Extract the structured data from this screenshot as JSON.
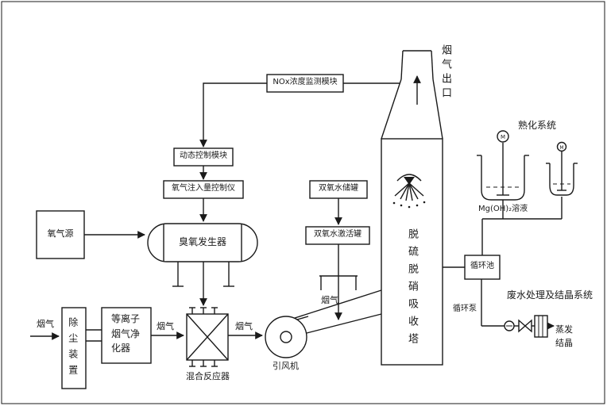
{
  "colors": {
    "ink": "#1a1a1a",
    "background": "#ffffff"
  },
  "diagram": {
    "labels": {
      "flue_gas_inlet": "烟气",
      "dust_collector": "除尘装置",
      "plasma_purifier": "等离子烟气净化器",
      "flue_gas_2": "烟气",
      "mixing_reactor": "混合反应器",
      "flue_gas_3": "烟气",
      "induced_fan": "引风机",
      "flue_gas_4": "烟气",
      "oxygen_source": "氧气源",
      "ozone_generator": "臭氧发生器",
      "oxygen_injection_controller": "氧气注入量控制仪",
      "dynamic_control_module": "动态控制模块",
      "nox_monitor_module": "NOx浓度监测模块",
      "h2o2_storage_tank": "双氧水储罐",
      "h2o2_activation_tank": "双氧水激活罐",
      "absorption_tower": "脱硫脱硝吸收塔",
      "flue_gas_outlet": "烟气出口",
      "maturation_system": "熟化系统",
      "motor_m": "M",
      "mgoh2_solution": "Mg(OH)₂溶液",
      "circulation_pool": "循环池",
      "circulation_pump": "循环泵",
      "wastewater_system": "废水处理及结晶系统",
      "evaporation_crystallization": "蒸发结晶"
    }
  }
}
